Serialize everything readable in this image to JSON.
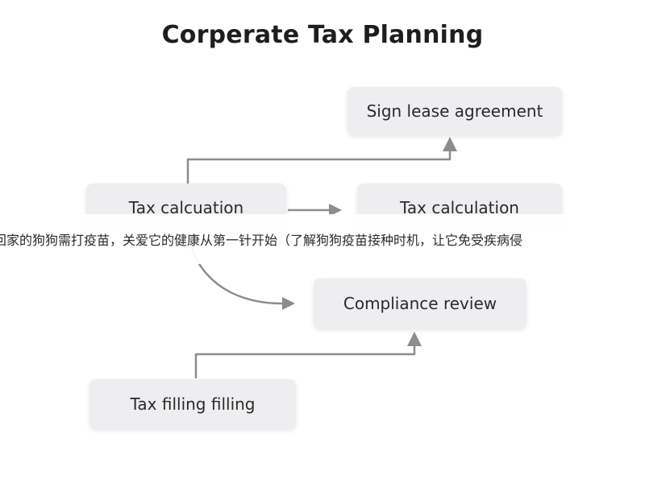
{
  "title": "Corperate Tax Planning",
  "nodes": {
    "sign_lease": "Sign lease agreement",
    "tax_calc_left": "Tax calcuation",
    "tax_calc_right": "Tax calculation",
    "compliance": "Compliance review",
    "tax_filling": "Tax filling filling"
  },
  "overlay_banner": {
    "text": "回家的狗狗需打疫苗，关爱它的健康从第一针开始（了解狗狗疫苗接种时机，让它免受疾病侵"
  },
  "colors": {
    "background": "#ffffff",
    "node_fill": "#eeeef1",
    "arrow": "#8c8c8c",
    "text": "#222222"
  }
}
